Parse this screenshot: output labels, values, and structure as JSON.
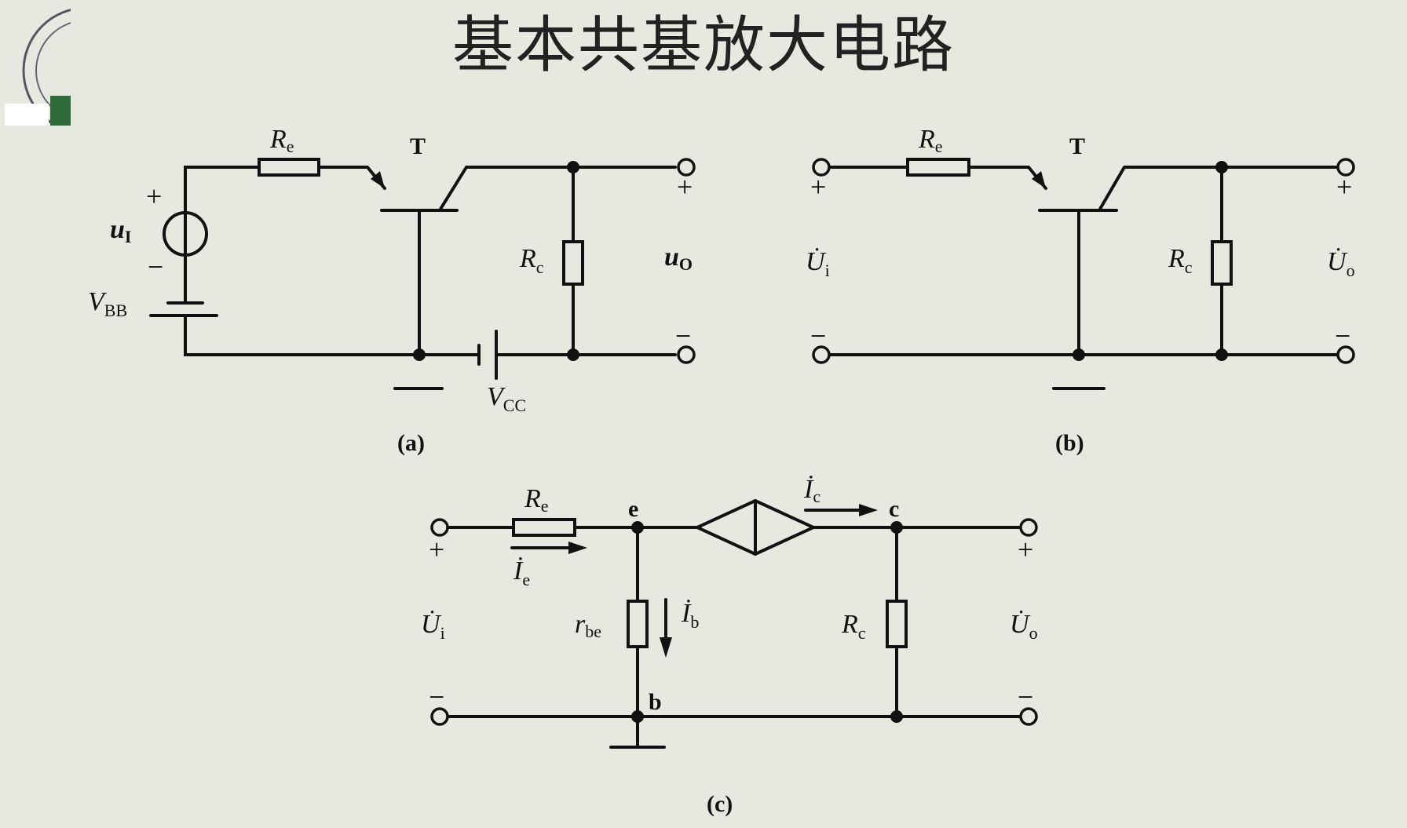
{
  "title": "基本共基放大电路",
  "a": {
    "re": {
      "main": "R",
      "sub": "e"
    },
    "t": "T",
    "plus_left": "+",
    "minus_left": "−",
    "ui": {
      "main": "u",
      "sub": "I"
    },
    "vbb": {
      "main": "V",
      "sub": "BB"
    },
    "rc": {
      "main": "R",
      "sub": "c"
    },
    "uo": {
      "main": "u",
      "sub": "O"
    },
    "plus_right": "+",
    "minus_right": "−",
    "vcc": {
      "main": "V",
      "sub": "CC"
    },
    "caption": "(a)"
  },
  "b": {
    "re": {
      "main": "R",
      "sub": "e"
    },
    "t": "T",
    "plus_left": "+",
    "minus_left": "−",
    "ui": {
      "main": "U̇",
      "sub": "i"
    },
    "rc": {
      "main": "R",
      "sub": "c"
    },
    "uo": {
      "main": "U̇",
      "sub": "o"
    },
    "plus_right": "+",
    "minus_right": "−",
    "caption": "(b)"
  },
  "c": {
    "re": {
      "main": "R",
      "sub": "e"
    },
    "node_e": "e",
    "node_c": "c",
    "node_b": "b",
    "ic": {
      "main": "İ",
      "sub": "c"
    },
    "ie": {
      "main": "İ",
      "sub": "e"
    },
    "ib": {
      "main": "İ",
      "sub": "b"
    },
    "rbe": {
      "main": "r",
      "sub": "be"
    },
    "rc": {
      "main": "R",
      "sub": "c"
    },
    "ui": {
      "main": "U̇",
      "sub": "i"
    },
    "uo": {
      "main": "U̇",
      "sub": "o"
    },
    "plus_left": "+",
    "minus_left": "−",
    "plus_right": "+",
    "minus_right": "−",
    "caption": "(c)"
  }
}
